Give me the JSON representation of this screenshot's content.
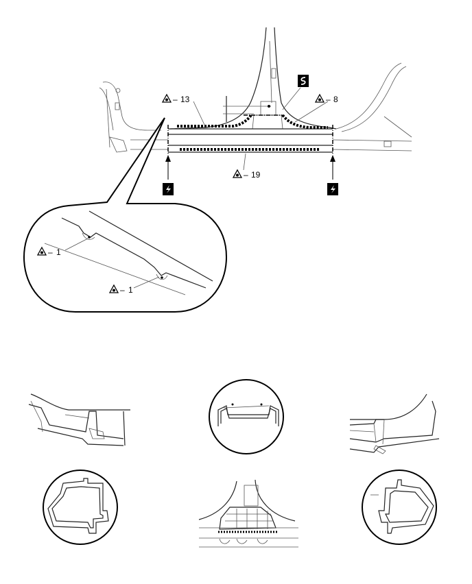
{
  "callouts": {
    "upper_left": {
      "dash": "–",
      "number": "13"
    },
    "upper_right": {
      "dash": "–",
      "number": "8"
    },
    "lower_center": {
      "dash": "–",
      "number": "19"
    },
    "detail_top": {
      "dash": "–",
      "number": "1"
    },
    "detail_bottom": {
      "dash": "–",
      "number": "1"
    }
  },
  "icons": {
    "weld_symbol": "spot-weld-icon",
    "cut_symbol": "saw-cut-icon",
    "lightning_symbol": "lightning-cut-icon"
  },
  "colors": {
    "line": "#000000",
    "fill": "#ffffff"
  }
}
